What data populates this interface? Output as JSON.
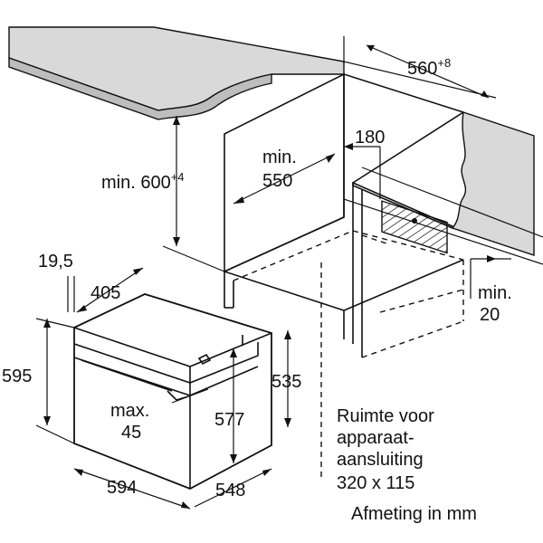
{
  "dimensions": {
    "width_560": {
      "value": "560",
      "sup": "+8"
    },
    "height_600": {
      "prefix": "min. 600",
      "sup": "+4"
    },
    "min550_line1": "min.",
    "min550_line2": "550",
    "d180": "180",
    "min20_line1": "min.",
    "min20_line2": "20",
    "d19_5": "19,5",
    "d405": "405",
    "d595": "595",
    "d535": "535",
    "d577": "577",
    "max45_line1": "max.",
    "max45_line2": "45",
    "d594": "594",
    "d548": "548"
  },
  "notes": {
    "space_line1": "Ruimte voor",
    "space_line2": "apparaat-",
    "space_line3": "aansluiting",
    "space_line4": "320 x 115",
    "unit_note": "Afmeting in mm"
  }
}
